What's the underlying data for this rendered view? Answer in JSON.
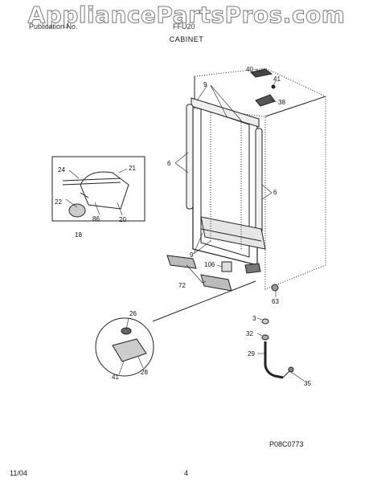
{
  "watermark": "AppliancePartsPros.com",
  "header": {
    "left": "Publication No.",
    "right": "FFU20"
  },
  "title": "CABINET",
  "figure_code": "P08C0773",
  "footer": {
    "date": "11/04",
    "page": "4"
  },
  "callouts": [
    "40",
    "41",
    "38",
    "9",
    "6",
    "6",
    "9",
    "106",
    "72",
    "63",
    "3",
    "32",
    "29",
    "35",
    "24",
    "21",
    "22",
    "86",
    "20",
    "18",
    "26",
    "41",
    "28"
  ]
}
